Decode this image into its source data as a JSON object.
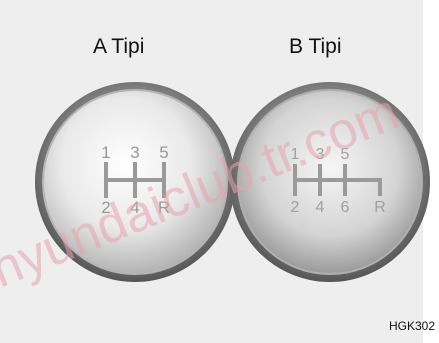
{
  "labels": {
    "type_a": "A Tipi",
    "type_b": "B Tipi"
  },
  "knob_a": {
    "top_gears": [
      "1",
      "3",
      "5"
    ],
    "bottom_gears": [
      "2",
      "4",
      "R"
    ]
  },
  "knob_b": {
    "top_gears": [
      "1",
      "3",
      "5"
    ],
    "bottom_gears": [
      "2",
      "4",
      "6",
      "R"
    ]
  },
  "figure_code": "HGK302",
  "watermark": "hyundaiclub.tr.com",
  "colors": {
    "panel": "#eeeeee",
    "knob_rim": "#7c7c7c",
    "knob_face": "#f2f2f2",
    "shift_pattern": "#9a9a9a",
    "watermark": "#e6a3ad"
  }
}
